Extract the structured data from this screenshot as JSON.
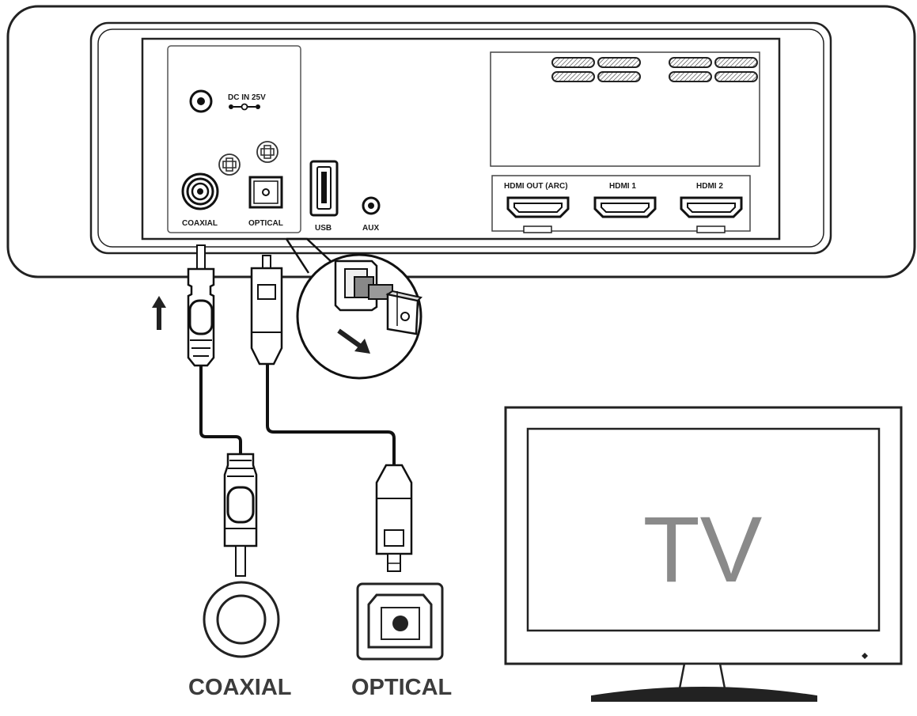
{
  "soundbar": {
    "panel_labels": {
      "dc_in": "DC IN 25V",
      "coaxial": "COAXIAL",
      "optical": "OPTICAL",
      "usb": "USB",
      "aux": "AUX",
      "hdmi_out": "HDMI OUT (ARC)",
      "hdmi_1": "HDMI 1",
      "hdmi_2": "HDMI 2"
    }
  },
  "cables": {
    "coaxial_label": "COAXIAL",
    "optical_label": "OPTICAL"
  },
  "tv": {
    "screen_text": "TV"
  },
  "icons": [
    "up-arrow-icon",
    "down-right-arrow-icon",
    "screw-icon",
    "power-led-icon"
  ]
}
